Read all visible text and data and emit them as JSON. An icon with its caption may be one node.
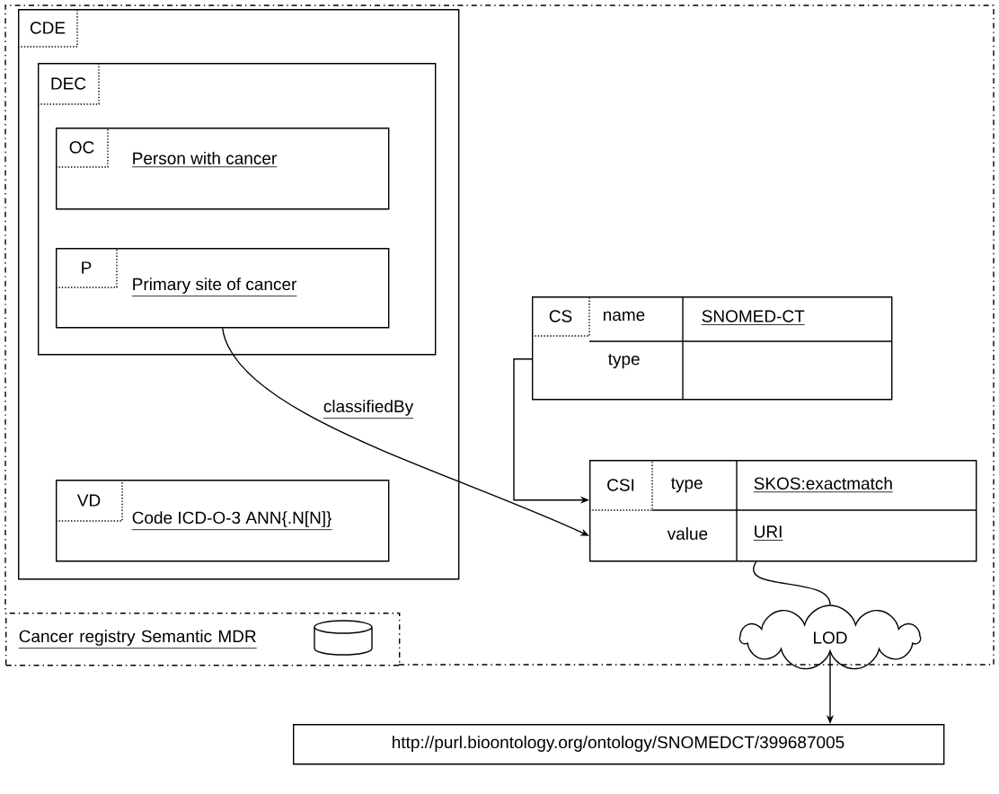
{
  "diagram": {
    "nodes": [
      {
        "text": [
          "CDE"
        ]
      },
      {
        "text": [
          "DEC"
        ],
        "in": 0
      },
      {
        "text": [
          "OC",
          "Person with cancer"
        ],
        "in": 1
      },
      {
        "text": [
          "P",
          "Primary site of cancer"
        ],
        "in": 1
      },
      {
        "text": [
          "VD",
          "Code ICD-O-3 ANN{.N[N]}"
        ],
        "in": 0
      },
      {
        "text": [
          "CS",
          "name",
          "SNOMED-CT",
          "type"
        ]
      },
      {
        "text": [
          "CSI",
          "type",
          "SKOS:exactmatch",
          "value",
          "URI"
        ]
      },
      {
        "text": [
          "Cancer registry Semantic MDR"
        ]
      },
      {
        "text": [
          "LOD"
        ]
      },
      {
        "text": [
          "http://purl.bioontology.org/ontology/SNOMEDCT/399687005"
        ]
      }
    ],
    "edges": [
      {
        "from": 3,
        "to": 6,
        "arrow": "to",
        "label": "classifiedBy"
      },
      {
        "from": 5,
        "to": 6,
        "arrow": "to"
      },
      {
        "from": 6,
        "to": 8,
        "arrow": "none"
      },
      {
        "from": 8,
        "to": 9,
        "arrow": "to"
      }
    ]
  }
}
